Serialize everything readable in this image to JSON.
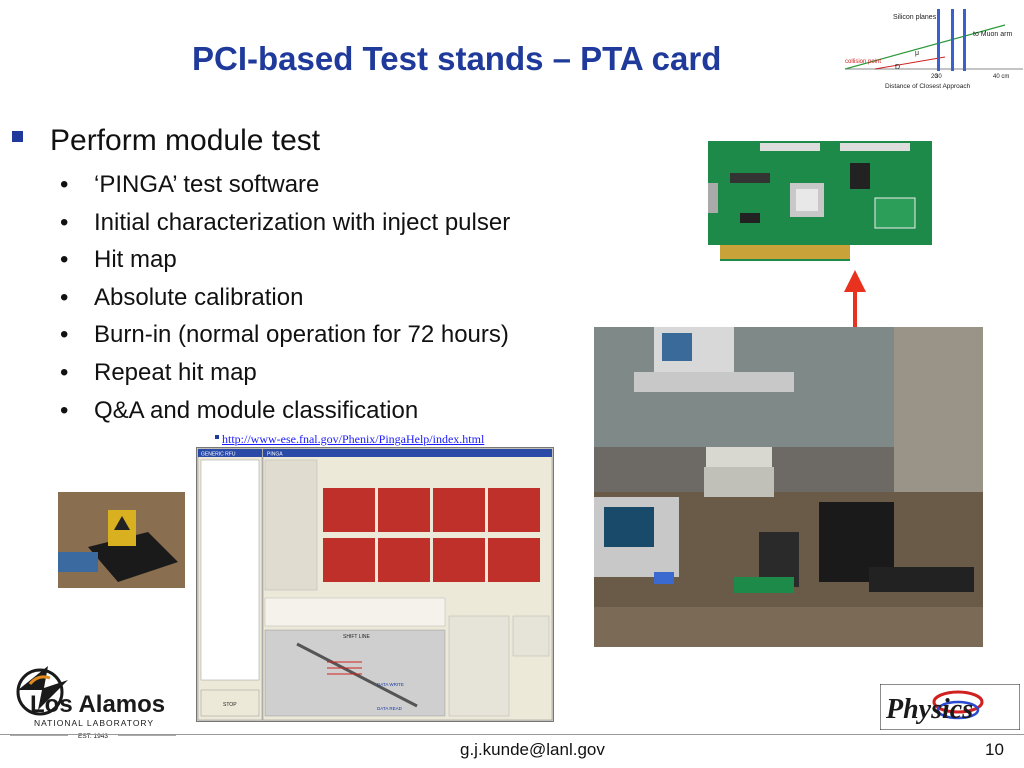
{
  "slide": {
    "title": "PCI-based Test stands – PTA card",
    "main_bullet": "Perform module test",
    "sub_bullets": [
      "‘PINGA’ test software",
      "Initial characterization with inject pulser",
      "Hit map",
      "Absolute calibration",
      "Burn-in (normal operation for 72 hours)",
      "Repeat hit map",
      "Q&A and module classification"
    ],
    "link": "http://www-ese.fnal.gov/Phenix/PingaHelp/index.html",
    "footer_email": "g.j.kunde@lanl.gov",
    "page_number": "10"
  },
  "diagram": {
    "silicon_planes": "Silicon planes",
    "to_muon_arm": "to Muon arm",
    "collision_point": "collision point",
    "mu": "μ",
    "d_plus": "D",
    "tick_20": "20",
    "tick_30": "30",
    "tick_40": "40 cm",
    "dca": "Distance of Closest Approach"
  },
  "logos": {
    "lanl_line1": "Los Alamos",
    "lanl_line2": "NATIONAL LABORATORY",
    "lanl_est": "EST. 1943",
    "physics": "Physics"
  },
  "screenshot_app": {
    "title": "PINGA",
    "left_panel_title": "GENERIC RFU",
    "shift_line": "SHIFT LINE",
    "data_write": "DATA WRITE",
    "data_read": "DATA READ",
    "stop": "STOP"
  },
  "colors": {
    "title": "#1f3a9a",
    "pcb_green": "#1e8a4a",
    "arrow": "#e8321e",
    "heatmap": "#c0302a"
  }
}
